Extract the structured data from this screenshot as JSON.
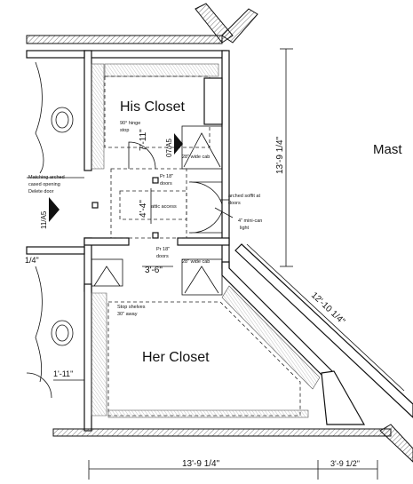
{
  "rooms": {
    "his_closet": "His Closet",
    "her_closet": "Her Closet",
    "master": "Mast"
  },
  "notes": {
    "hinge": [
      "90° hinge",
      "stop"
    ],
    "wide_cab_top": "28\" wide cab",
    "wide_cab_bottom": "28\" wide cab",
    "matching": [
      "Matching arched",
      "cased opening",
      "Delete door"
    ],
    "pr18_top": [
      "Pr 18\"",
      "doors"
    ],
    "pr18_bottom": [
      "Pr 18\"",
      "doors"
    ],
    "attic": "attic access",
    "arched_soffit": [
      "arched soffit at",
      "doors"
    ],
    "mini_can": [
      "4\" mini-can",
      "light"
    ],
    "stop_shelves": [
      "Stop shelves",
      "30\" away"
    ]
  },
  "dimensions": {
    "d_7_11": "7'-11\"",
    "d_4_4": "4'-4\"",
    "d_3_6": "3'-6\"",
    "d_13_9_right": "13'-9 1/4\"",
    "d_12_10": "12'-10 1/4\"",
    "d_1_4": "1/4\"",
    "d_1_11": "1'-11\"",
    "d_13_9_bottom": "13'-9 1/4\"",
    "d_3_9": "3'-9 1/2\""
  },
  "callouts": {
    "elev_07": "07/A5",
    "elev_11": "11/A5"
  }
}
